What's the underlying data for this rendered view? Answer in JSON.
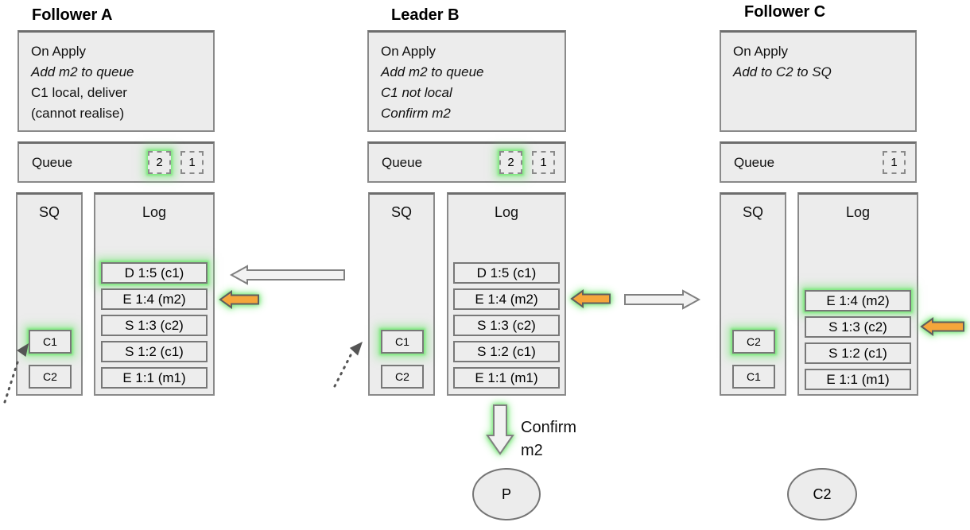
{
  "nodes": [
    {
      "title": "Follower A",
      "on_apply_lines": [
        "On Apply",
        "Add m2 to queue",
        "C1 local, deliver",
        "(cannot realise)"
      ],
      "queue": {
        "label": "Queue",
        "items": [
          "2",
          "1"
        ]
      },
      "sq": {
        "label": "SQ",
        "items": [
          "C1",
          "C2"
        ]
      },
      "log": {
        "label": "Log",
        "entries": [
          "D 1:5 (c1)",
          "E 1:4 (m2)",
          "S 1:3 (c2)",
          "S 1:2 (c1)",
          "E 1:1 (m1)"
        ]
      }
    },
    {
      "title": "Leader B",
      "on_apply_lines": [
        "On Apply",
        "Add m2 to queue",
        "C1 not local",
        "Confirm m2"
      ],
      "queue": {
        "label": "Queue",
        "items": [
          "2",
          "1"
        ]
      },
      "sq": {
        "label": "SQ",
        "items": [
          "C1",
          "C2"
        ]
      },
      "log": {
        "label": "Log",
        "entries": [
          "D 1:5 (c1)",
          "E 1:4 (m2)",
          "S 1:3 (c2)",
          "S 1:2 (c1)",
          "E 1:1 (m1)"
        ]
      }
    },
    {
      "title": "Follower C",
      "on_apply_lines": [
        "On Apply",
        "Add to C2 to SQ"
      ],
      "queue": {
        "label": "Queue",
        "items": [
          "1"
        ]
      },
      "sq": {
        "label": "SQ",
        "items": [
          "C2",
          "C1"
        ]
      },
      "log": {
        "label": "Log",
        "entries": [
          "E 1:4 (m2)",
          "S 1:3 (c2)",
          "S 1:2 (c1)",
          "E 1:1 (m1)"
        ]
      }
    }
  ],
  "annotations": {
    "confirm_text": "Confirm\nm2"
  },
  "ellipses": [
    {
      "label": "P"
    },
    {
      "label": "C2"
    }
  ],
  "colors": {
    "box_fill": "#ececec",
    "box_border": "#8a8a8a",
    "highlight_glow_green": "#7de87d",
    "arrow_orange": "#f5a63b",
    "arrow_gray_fill": "#f2f2f2"
  }
}
